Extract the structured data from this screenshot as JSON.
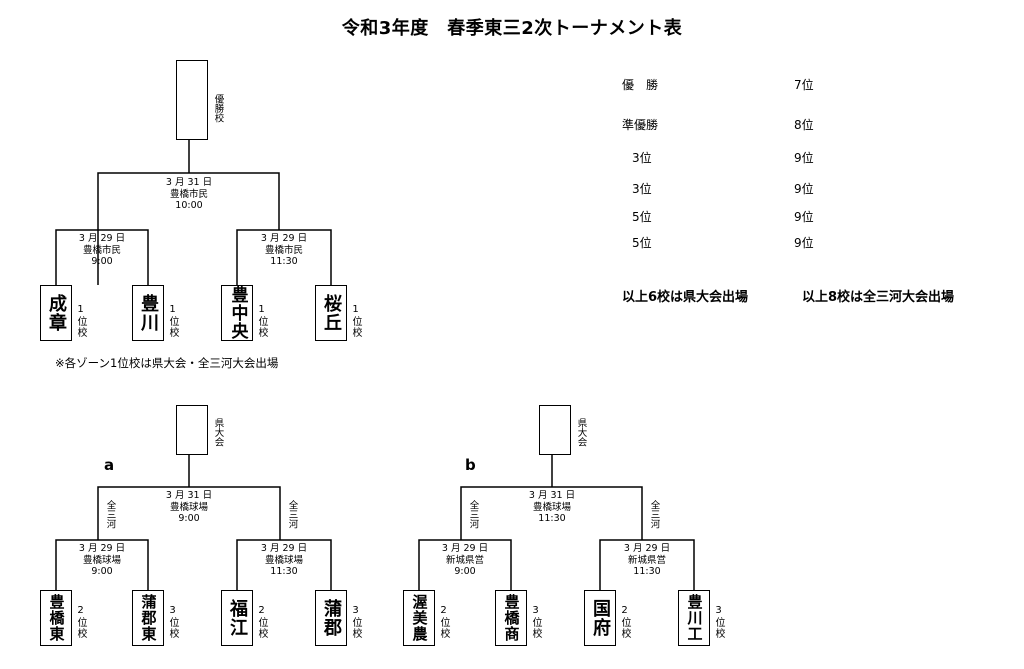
{
  "title": "令和3年度　春季東三2次トーナメント表",
  "top": {
    "champion_label": "優勝校",
    "final": {
      "date": "3 月 31 日",
      "venue": "豊橋市民",
      "time": "10:00"
    },
    "semi_left": {
      "date": "3 月 29 日",
      "venue": "豊橋市民",
      "time": "9:00"
    },
    "semi_right": {
      "date": "3 月 29 日",
      "venue": "豊橋市民",
      "time": "11:30"
    },
    "schools": [
      {
        "name": "成章",
        "rank": "1位校"
      },
      {
        "name": "豊川",
        "rank": "1位校"
      },
      {
        "name": "豊中央",
        "rank": "1位校"
      },
      {
        "name": "桜丘",
        "rank": "1位校"
      }
    ],
    "note": "※各ゾーン1位校は県大会・全三河大会出場"
  },
  "results": {
    "rows": [
      {
        "label": "優　勝",
        "value": "7位"
      },
      {
        "label": "準優勝",
        "value": "8位"
      },
      {
        "label": "3位",
        "value": "9位"
      },
      {
        "label": "3位",
        "value": "9位"
      },
      {
        "label": "5位",
        "value": "9位"
      },
      {
        "label": "5位",
        "value": "9位"
      }
    ],
    "qualify_prefecture": "以上6校は県大会出場",
    "qualify_mikawa": "以上8校は全三河大会出場"
  },
  "bracket_a": {
    "label": "a",
    "winner_label": "県大会",
    "side_label": "全三河",
    "final": {
      "date": "3 月 31 日",
      "venue": "豊橋球場",
      "time": "9:00"
    },
    "semi_left": {
      "date": "3 月 29 日",
      "venue": "豊橋球場",
      "time": "9:00"
    },
    "semi_right": {
      "date": "3 月 29 日",
      "venue": "豊橋球場",
      "time": "11:30"
    },
    "schools": [
      {
        "name": "豊橋東",
        "rank": "2位校"
      },
      {
        "name": "蒲郡東",
        "rank": "3位校"
      },
      {
        "name": "福江",
        "rank": "2位校"
      },
      {
        "name": "蒲郡",
        "rank": "3位校"
      }
    ]
  },
  "bracket_b": {
    "label": "b",
    "winner_label": "県大会",
    "side_label": "全三河",
    "final": {
      "date": "3 月 31 日",
      "venue": "豊橋球場",
      "time": "11:30"
    },
    "semi_left": {
      "date": "3 月 29 日",
      "venue": "新城県営",
      "time": "9:00"
    },
    "semi_right": {
      "date": "3 月 29 日",
      "venue": "新城県営",
      "time": "11:30"
    },
    "schools": [
      {
        "name": "渥美農",
        "rank": "2位校"
      },
      {
        "name": "豊橋商",
        "rank": "3位校"
      },
      {
        "name": "国府",
        "rank": "2位校"
      },
      {
        "name": "豊川工",
        "rank": "3位校"
      }
    ]
  }
}
